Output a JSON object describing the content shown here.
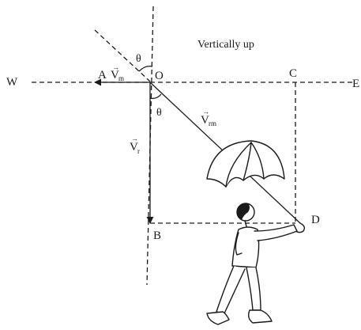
{
  "labels": {
    "vertically_up": "Vertically up",
    "west": "W",
    "east": "E",
    "point_o": "O",
    "point_a": "A",
    "point_b": "B",
    "point_c": "C",
    "point_d": "D",
    "theta_top": "θ",
    "theta_bottom": "θ",
    "v_m": {
      "main": "V",
      "sub": "m",
      "arrow": "→"
    },
    "v_r": {
      "main": "V",
      "sub": "r",
      "arrow": "→"
    },
    "v_rm": {
      "main": "V",
      "sub": "rm",
      "arrow": "→"
    }
  },
  "colors": {
    "ink": "#1a1a1a",
    "background": "#ffffff",
    "hair": "#1a1a1a"
  },
  "icons": {
    "figure": "person-with-umbrella-icon"
  }
}
